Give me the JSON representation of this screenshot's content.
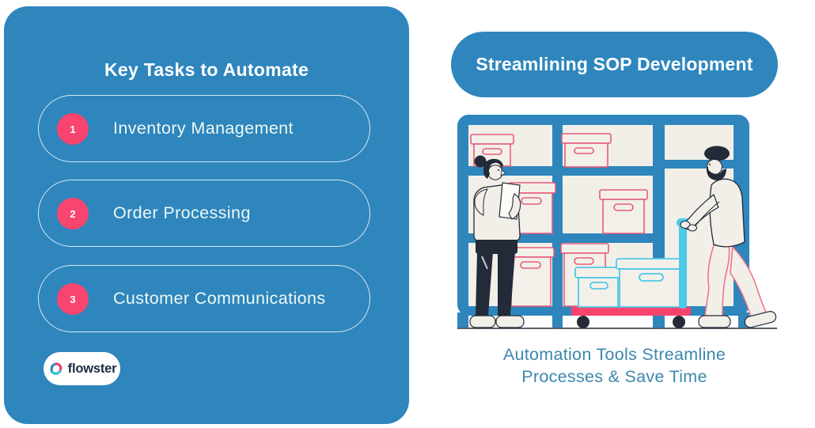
{
  "colors": {
    "panel_blue": "#2E86BD",
    "accent_pink": "#F7456F",
    "cart_platform_pink": "#F8436F",
    "box_outline_pink": "#E85C7B",
    "cart_cyan": "#4FC9E8",
    "outline_navy": "#232A38",
    "shelf_backdrop_cream": "#F1EFE8",
    "caption_teal": "#3D87AE",
    "logo_text_navy": "#1D2B45",
    "background_white": "#FFFFFF"
  },
  "icons": {
    "flowster_logo": "tri-color-triangular-swirl",
    "illustration": "warehouse-shelves-with-two-workers-and-cart"
  },
  "left_panel": {
    "title": "Key Tasks to Automate",
    "items": [
      {
        "number": "1",
        "label": "Inventory Management"
      },
      {
        "number": "2",
        "label": "Order Processing"
      },
      {
        "number": "3",
        "label": "Customer Communications"
      }
    ],
    "logo_text": "flowster"
  },
  "right_panel": {
    "header": "Streamlining SOP Development",
    "caption_line1": "Automation Tools Streamline",
    "caption_line2": "Processes & Save Time"
  }
}
